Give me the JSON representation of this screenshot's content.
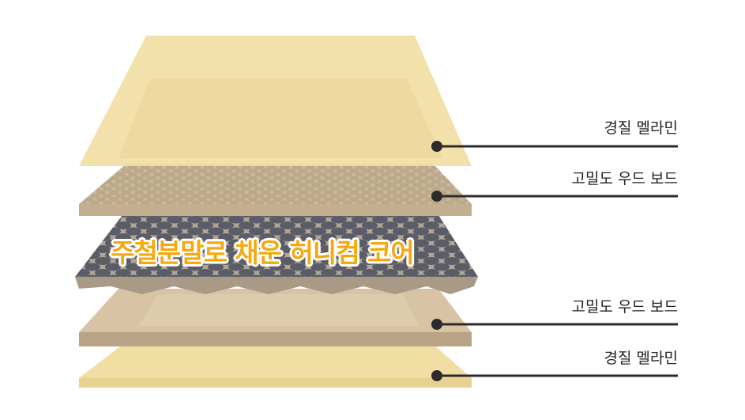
{
  "layers": [
    {
      "label": "경질 멜라민",
      "color": "#f1dea3"
    },
    {
      "label": "고밀도 우드 보드",
      "color": "#d8c4a4"
    },
    {
      "label": "고밀도 우드 보드",
      "color": "#d8c4a4"
    },
    {
      "label": "경질 멜라민",
      "color": "#f1dea3"
    }
  ],
  "core": {
    "label": "주철분말로 채운 허니컴 코어",
    "label_color": "#f4a90f",
    "cell_color": "#5a5c68"
  }
}
